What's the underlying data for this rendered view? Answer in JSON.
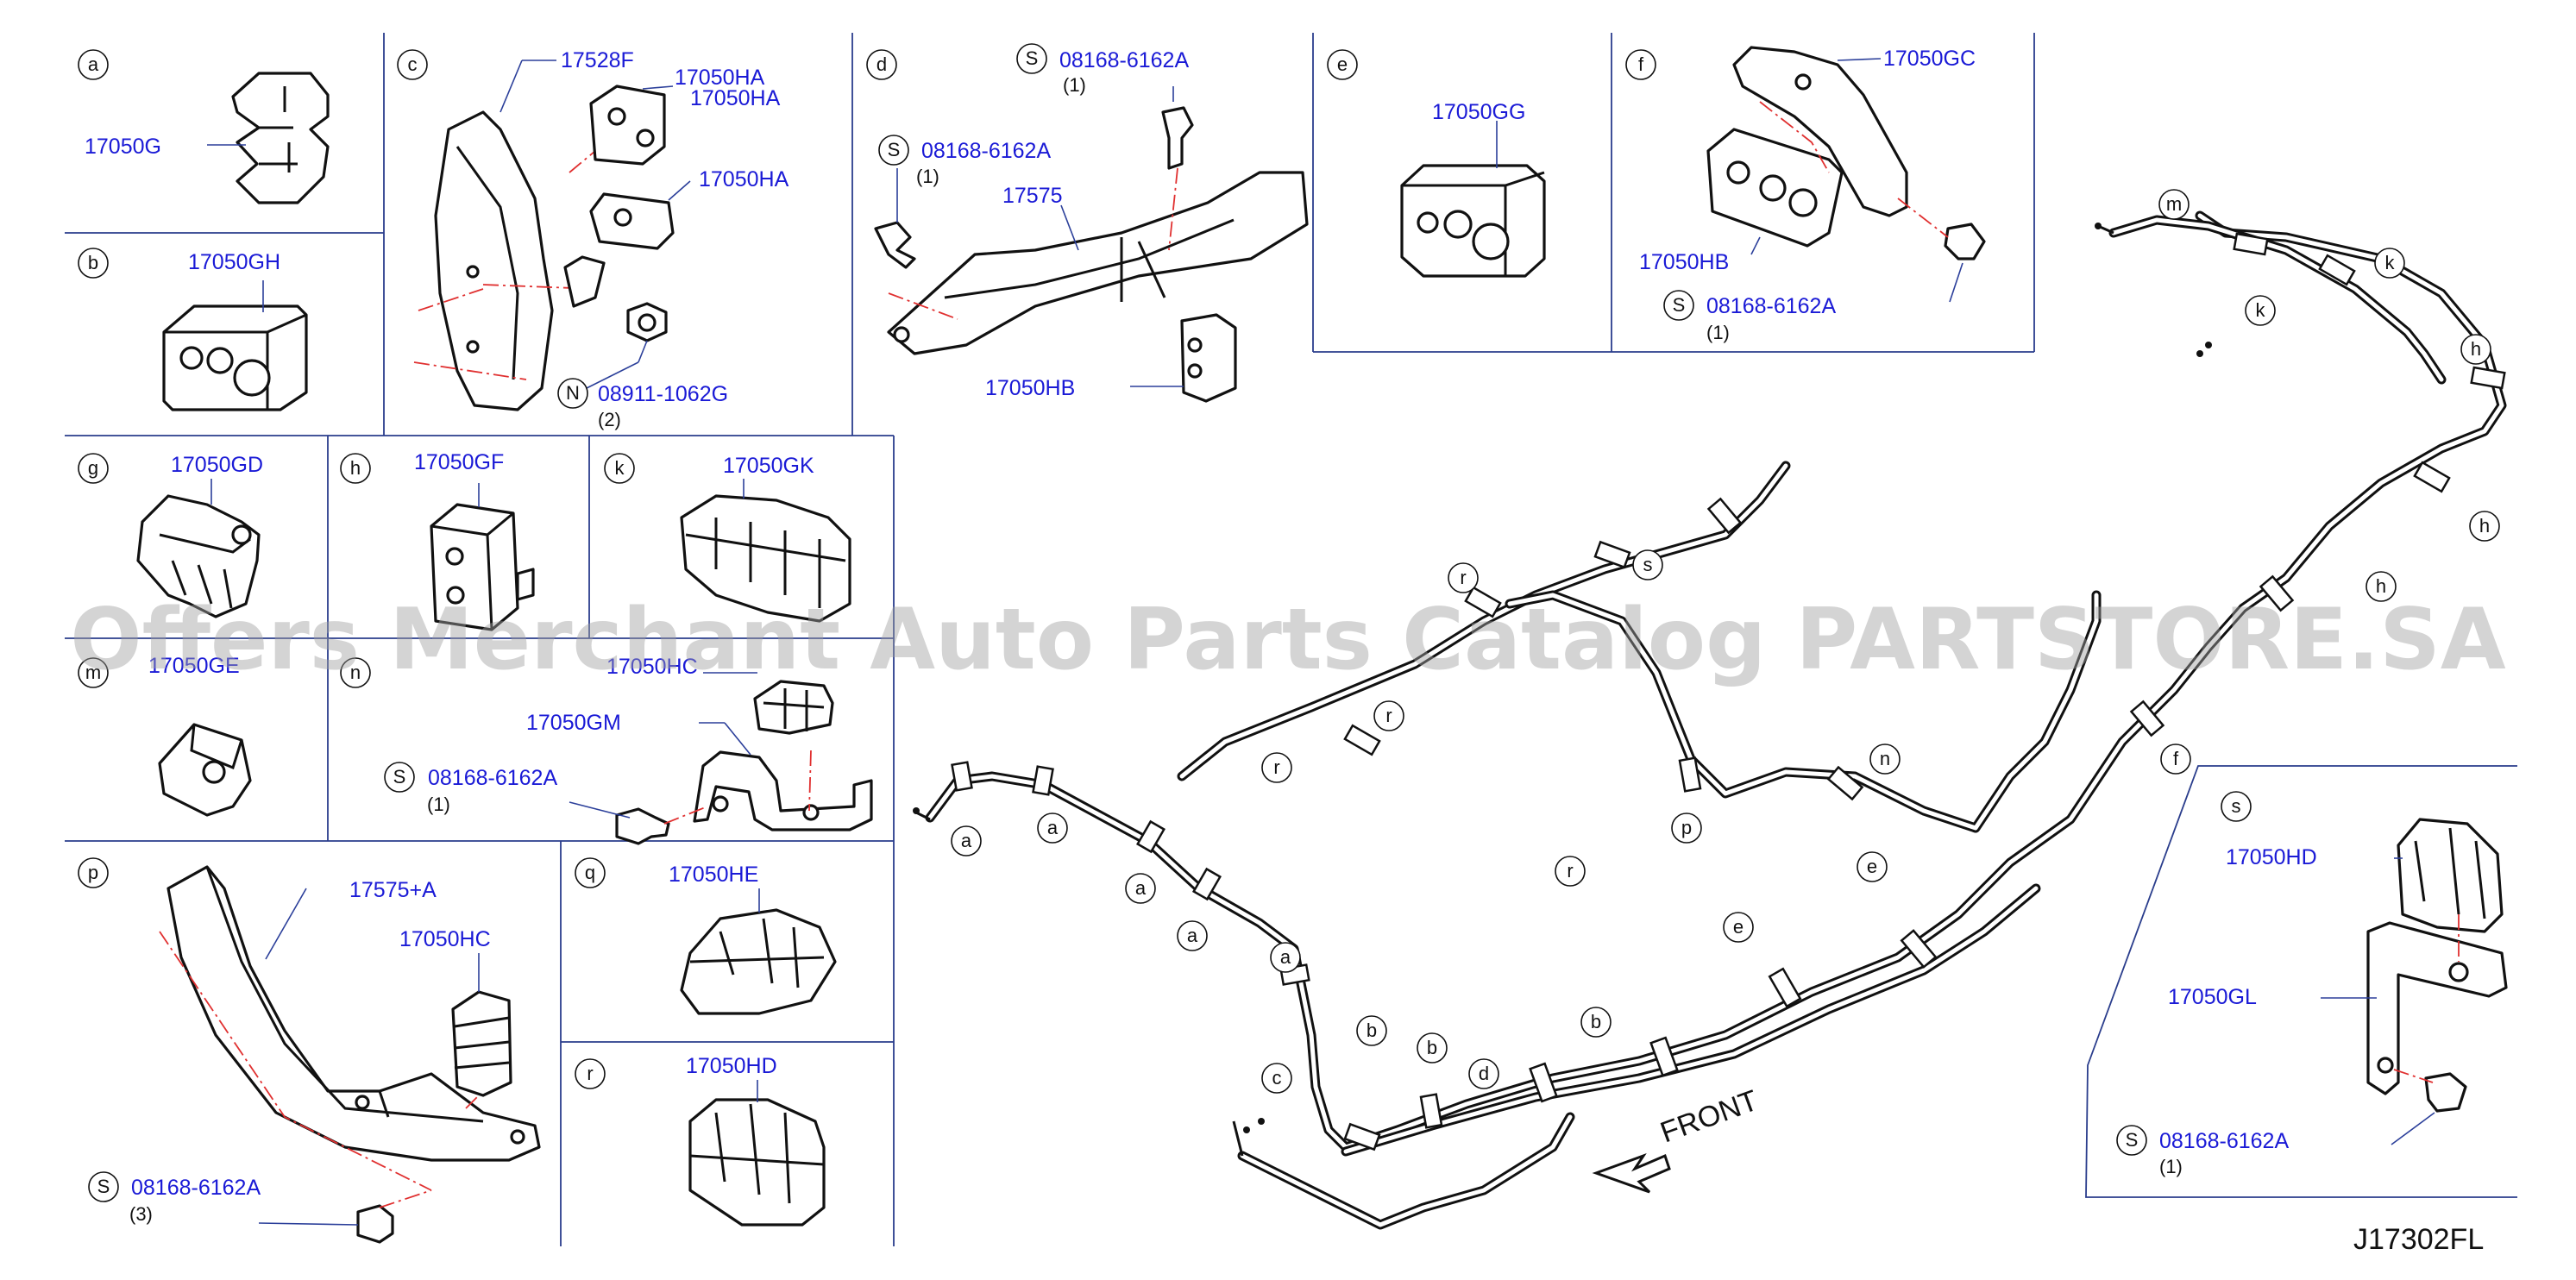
{
  "watermark": "Offers Merchant Auto Parts Catalog PARTSTORE.SA",
  "reference": "J17302FL",
  "front_label": "FRONT",
  "panels": {
    "a": {
      "letter": "a",
      "part": "17050G"
    },
    "b": {
      "letter": "b",
      "part": "17050GH"
    },
    "c": {
      "letter": "c",
      "parts": [
        "17528F",
        "17050HA",
        "17050HA",
        "17050HA"
      ],
      "nut": {
        "prefix": "N",
        "part": "08911-1062G",
        "qty": "(2)"
      }
    },
    "d": {
      "letter": "d",
      "bolt1": {
        "prefix": "S",
        "part": "08168-6162A",
        "qty": "(1)"
      },
      "bolt2": {
        "prefix": "S",
        "part": "08168-6162A",
        "qty": "(1)"
      },
      "bracket": "17575",
      "clip": "17050HB"
    },
    "e": {
      "letter": "e",
      "part": "17050GG"
    },
    "f": {
      "letter": "f",
      "part_top": "17050GC",
      "part_bottom": "17050HB",
      "bolt": {
        "prefix": "S",
        "part": "08168-6162A",
        "qty": "(1)"
      }
    },
    "g": {
      "letter": "g",
      "part": "17050GD"
    },
    "h": {
      "letter": "h",
      "part": "17050GF"
    },
    "k": {
      "letter": "k",
      "part": "17050GK"
    },
    "m": {
      "letter": "m",
      "part": "17050GE"
    },
    "n": {
      "letter": "n",
      "part_top": "17050HC",
      "part_bracket": "17050GM",
      "bolt": {
        "prefix": "S",
        "part": "08168-6162A",
        "qty": "(1)"
      }
    },
    "p": {
      "letter": "p",
      "bracket": "17575+A",
      "clip": "17050HC",
      "bolt": {
        "prefix": "S",
        "part": "08168-6162A",
        "qty": "(3)"
      }
    },
    "q": {
      "letter": "q",
      "part": "17050HE"
    },
    "r": {
      "letter": "r",
      "part": "17050HD"
    },
    "s": {
      "letter": "s",
      "clip": "17050HD",
      "bracket": "17050GL",
      "bolt": {
        "prefix": "S",
        "part": "08168-6162A",
        "qty": "(1)"
      }
    }
  },
  "callouts": [
    "a",
    "a",
    "a",
    "a",
    "a",
    "b",
    "b",
    "b",
    "c",
    "d",
    "e",
    "e",
    "f",
    "h",
    "h",
    "h",
    "k",
    "k",
    "m",
    "n",
    "p",
    "r",
    "r",
    "r",
    "r",
    "s"
  ]
}
